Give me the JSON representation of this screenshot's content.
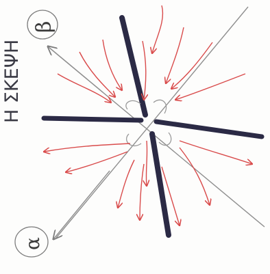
{
  "labels": {
    "top_circle": "β",
    "bottom_circle": "α",
    "side_text": "Η ΣΚΕΨΗ"
  },
  "colors": {
    "ink_dark": "#2b2a45",
    "ink_pencil": "#8f8f8f",
    "ink_red": "#d94b4b",
    "paper": "#fdfdfc"
  }
}
